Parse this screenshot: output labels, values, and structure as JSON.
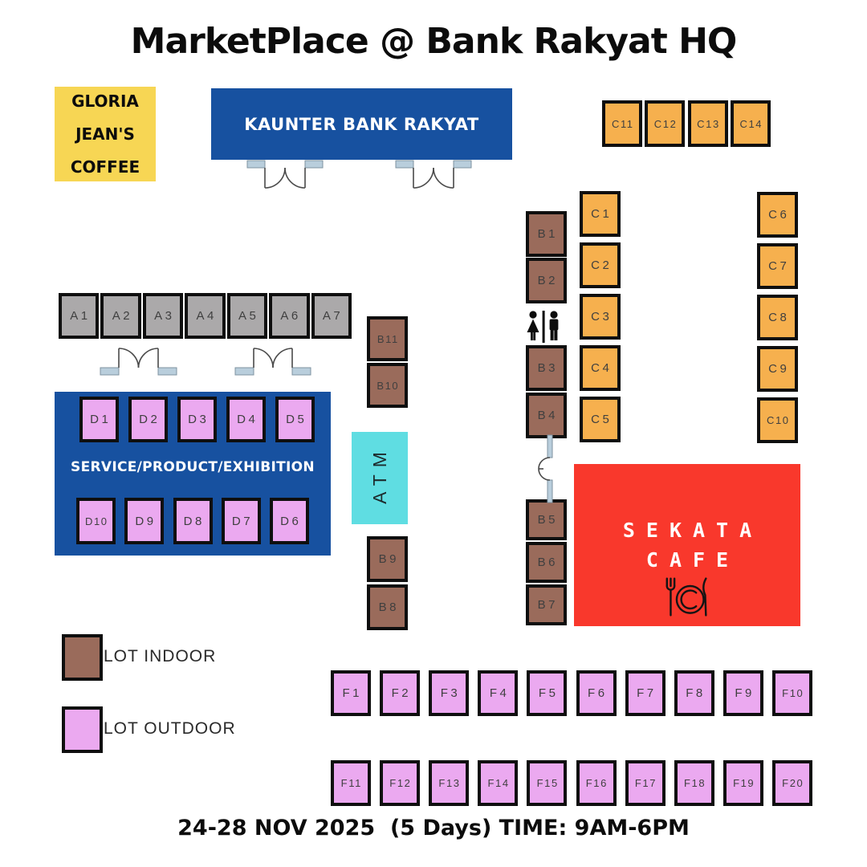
{
  "title": "MarketPlace @ Bank Rakyat HQ",
  "footer": "24-28 NOV 2025  (5 Days) TIME: 9AM-6PM",
  "areas": {
    "gloria": {
      "line1": "GLORIA",
      "line2": "JEAN'S",
      "line3": "COFFEE"
    },
    "kaunter": {
      "label": "KAUNTER BANK RAKYAT"
    },
    "service": {
      "label": "SERVICE/PRODUCT/EXHIBITION"
    },
    "sekata": {
      "line1": "SEKATA",
      "line2": "CAFE"
    },
    "atm": {
      "label": "ATM"
    }
  },
  "lots": {
    "a_row": [
      "A1",
      "A2",
      "A3",
      "A4",
      "A5",
      "A6",
      "A7"
    ],
    "c_top_row": [
      "C11",
      "C12",
      "C13",
      "C14"
    ],
    "b_upper": [
      "B1",
      "B2"
    ],
    "b_lower": [
      "B3",
      "B4"
    ],
    "c_left_col": [
      "C1",
      "C2",
      "C3",
      "C4",
      "C5"
    ],
    "c_right_col": [
      "C6",
      "C7",
      "C8",
      "C9",
      "C10"
    ],
    "b_side_upper": [
      "B11",
      "B10"
    ],
    "b_side_lower": [
      "B9",
      "B8"
    ],
    "b_cafe_col": [
      "B5",
      "B6",
      "B7"
    ],
    "d_top": [
      "D1",
      "D2",
      "D3",
      "D4",
      "D5"
    ],
    "d_bottom": [
      "D10",
      "D9",
      "D8",
      "D7",
      "D6"
    ],
    "f_row1": [
      "F1",
      "F2",
      "F3",
      "F4",
      "F5",
      "F6",
      "F7",
      "F8",
      "F9",
      "F10"
    ],
    "f_row2": [
      "F11",
      "F12",
      "F13",
      "F14",
      "F15",
      "F16",
      "F17",
      "F18",
      "F19",
      "F20"
    ]
  },
  "legend": {
    "indoor": {
      "label": "LOT INDOOR",
      "color_key": "brown"
    },
    "outdoor": {
      "label": "LOT OUTDOOR",
      "color_key": "purple"
    }
  },
  "colors": {
    "yellow": "#F7D654",
    "blue": "#1751A0",
    "orange": "#F6B04E",
    "brown": "#9A6B5B",
    "purple": "#EBA9F0",
    "gray": "#ABA9AA",
    "red": "#F9382C",
    "cyan": "#5FDDE2",
    "door": "#B9CEDC"
  }
}
